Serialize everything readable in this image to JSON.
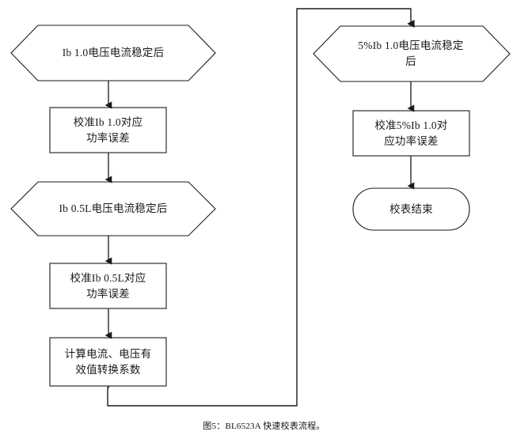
{
  "figure": {
    "caption": "图5：BL6523A 快速校表流程。",
    "line_color": "#1a1a1a",
    "fill_color": "#ffffff",
    "text_color": "#1a1a1a"
  },
  "flow": {
    "left_column": [
      {
        "id": "start-ib10-stable",
        "shape": "hexagon",
        "label": "Ib 1.0电压电流稳定后"
      },
      {
        "id": "calib-ib10-power-error",
        "shape": "rectangle",
        "label": "校准Ib 1.0对应\n功率误差"
      },
      {
        "id": "ib05l-stable",
        "shape": "hexagon",
        "label": "Ib 0.5L电压电流稳定后"
      },
      {
        "id": "calib-ib05l-power-error",
        "shape": "rectangle",
        "label": "校准Ib 0.5L对应\n功率误差"
      },
      {
        "id": "calc-rms-coefficients",
        "shape": "rectangle",
        "label": "计算电流、电压有\n效值转换系数"
      }
    ],
    "right_column": [
      {
        "id": "ib5pct-10-stable",
        "shape": "hexagon",
        "label": "5%Ib 1.0电压电流稳定\n后"
      },
      {
        "id": "calib-ib5pct-10-power-error",
        "shape": "rectangle",
        "label": "校准5%Ib 1.0对\n应功率误差"
      },
      {
        "id": "end-calibration",
        "shape": "rounded",
        "label": "校表结束"
      }
    ],
    "connectors": [
      {
        "id": "conn-start-to-calib-ib10",
        "from": "start-ib10-stable",
        "to": "calib-ib10-power-error",
        "arrow": true
      },
      {
        "id": "conn-calib-ib10-to-ib05l",
        "from": "calib-ib10-power-error",
        "to": "ib05l-stable",
        "arrow": true
      },
      {
        "id": "conn-ib05l-to-calib-ib05l",
        "from": "ib05l-stable",
        "to": "calib-ib05l-power-error",
        "arrow": true
      },
      {
        "id": "conn-calib-ib05l-to-calc",
        "from": "calib-ib05l-power-error",
        "to": "calc-rms-coefficients",
        "arrow": true
      },
      {
        "id": "conn-calc-to-ib5pct",
        "from": "calc-rms-coefficients",
        "to": "ib5pct-10-stable",
        "arrow": true,
        "routing": "down-left-down-right-up-right-down"
      },
      {
        "id": "conn-ib5pct-to-calib-ib5pct",
        "from": "ib5pct-10-stable",
        "to": "calib-ib5pct-10-power-error",
        "arrow": true
      },
      {
        "id": "conn-calib-ib5pct-to-end",
        "from": "calib-ib5pct-10-power-error",
        "to": "end-calibration",
        "arrow": true
      }
    ]
  }
}
